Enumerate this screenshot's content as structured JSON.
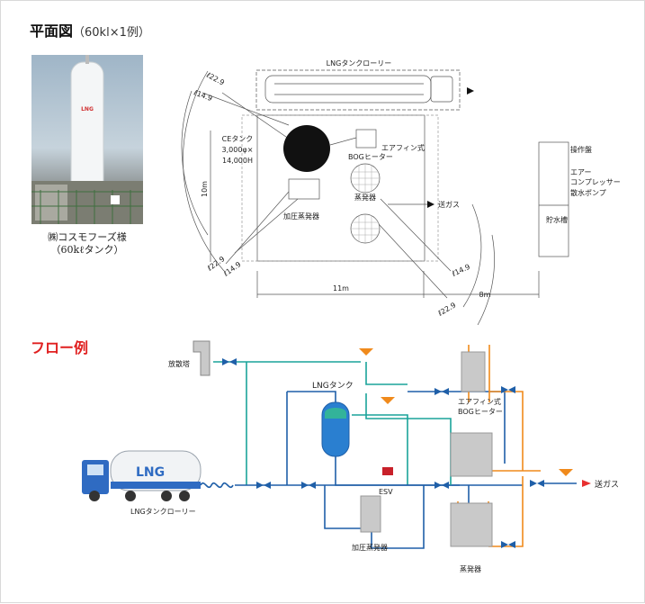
{
  "header": {
    "title": "平面図",
    "subtitle": "（60kl×1例）"
  },
  "photo": {
    "caption_line1": "㈱コスモフーズ様",
    "caption_line2": "（60kℓタンク）",
    "tank_label": "LNG"
  },
  "plan": {
    "lorry_label": "LNGタンクローリー",
    "ce_tank_label_1": "CEタンク",
    "ce_tank_label_2": "3,000φ×",
    "ce_tank_label_3": "14,000H",
    "bog_heater_1": "エアフィン式",
    "bog_heater_2": "BOGヒーター",
    "vaporizer": "蒸発器",
    "pressure_vaporizer": "加圧蒸発器",
    "send_gas": "送ガス",
    "control_panel": "操作盤",
    "compressor_1": "エアー",
    "compressor_2": "コンプレッサー",
    "pump": "散水ポンプ",
    "water_tank": "貯水槽",
    "dims": {
      "top_a": "ℓ22.9",
      "top_b": "ℓ14.9",
      "bot_a": "ℓ22.9",
      "bot_b": "ℓ14.9",
      "right_a": "ℓ14.9",
      "right_b": "ℓ22.9",
      "height": "10m",
      "width": "11m",
      "right_width": "8m"
    }
  },
  "flow": {
    "title": "フロー例",
    "vent_stack": "放散塔",
    "lng_tank": "LNGタンク",
    "bog_heater_1": "エアフィン式",
    "bog_heater_2": "BOGヒーター",
    "lorry": "LNGタンクローリー",
    "lorry_logo": "LNG",
    "esv": "ESV",
    "pressure_vaporizer": "加圧蒸発器",
    "vaporizer": "蒸発器",
    "send_gas": "送ガス"
  },
  "colors": {
    "blue_line": "#1f5fa8",
    "teal_line": "#1aa39a",
    "orange_line": "#f08a1c",
    "red_title": "#e02020",
    "arrow_red": "#e83030"
  }
}
